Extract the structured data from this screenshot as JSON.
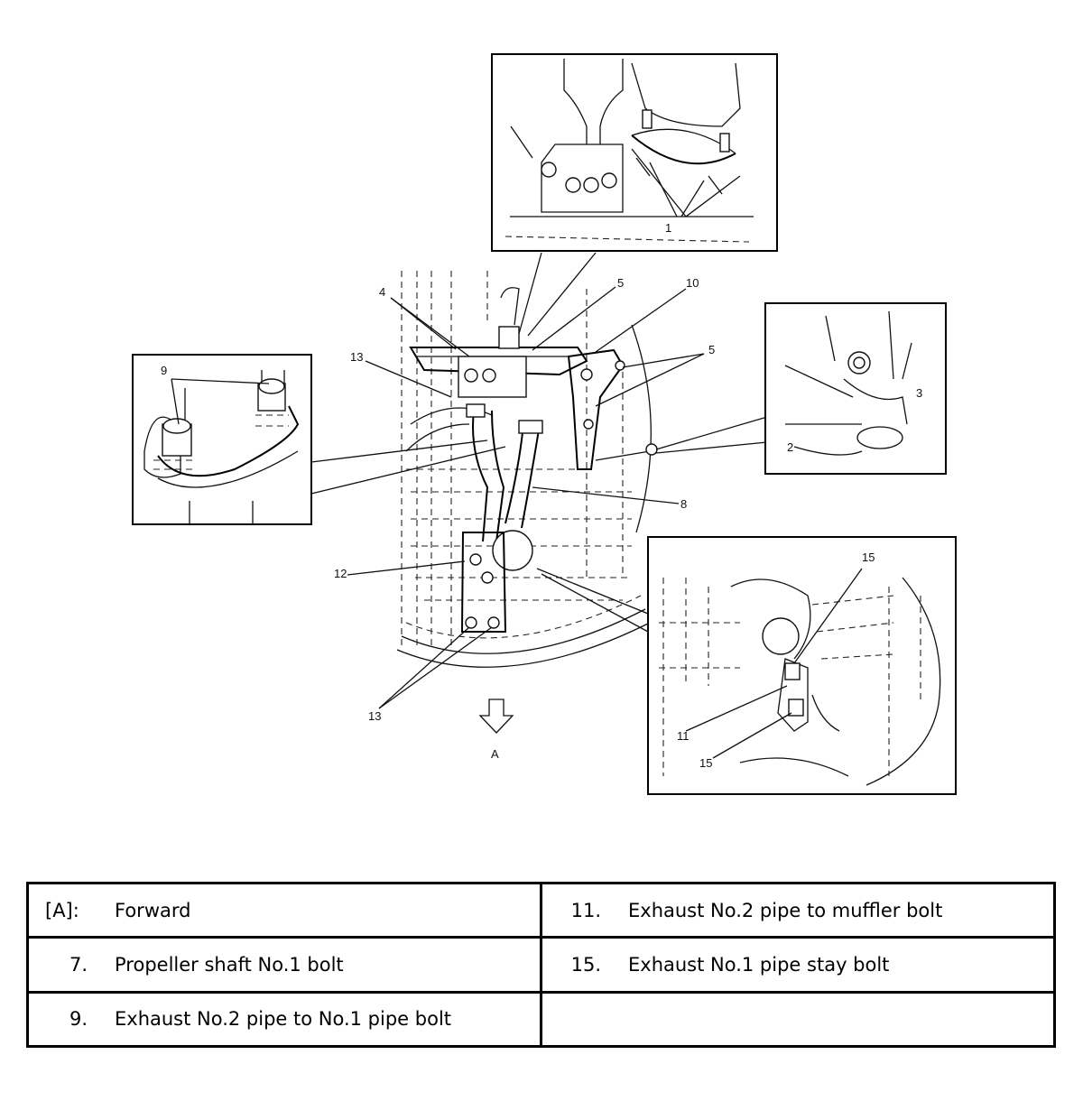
{
  "callouts": {
    "c1": "1",
    "c2": "2",
    "c3": "3",
    "c4": "4",
    "c5a": "5",
    "c5b": "5",
    "c8": "8",
    "c9": "9",
    "c10": "10",
    "c11": "11",
    "c12": "12",
    "c13a": "13",
    "c13b": "13",
    "c15a": "15",
    "c15b": "15",
    "cA": "A"
  },
  "legend": {
    "rows": [
      {
        "left_num": "[A]:",
        "left_text": "Forward",
        "right_num": "11.",
        "right_text": "Exhaust No.2 pipe to muffler bolt"
      },
      {
        "left_num": "7.",
        "left_text": "Propeller shaft No.1 bolt",
        "right_num": "15.",
        "right_text": "Exhaust No.1 pipe stay bolt"
      },
      {
        "left_num": "9.",
        "left_text": "Exhaust No.2 pipe to No.1 pipe bolt",
        "right_num": "",
        "right_text": ""
      }
    ]
  }
}
